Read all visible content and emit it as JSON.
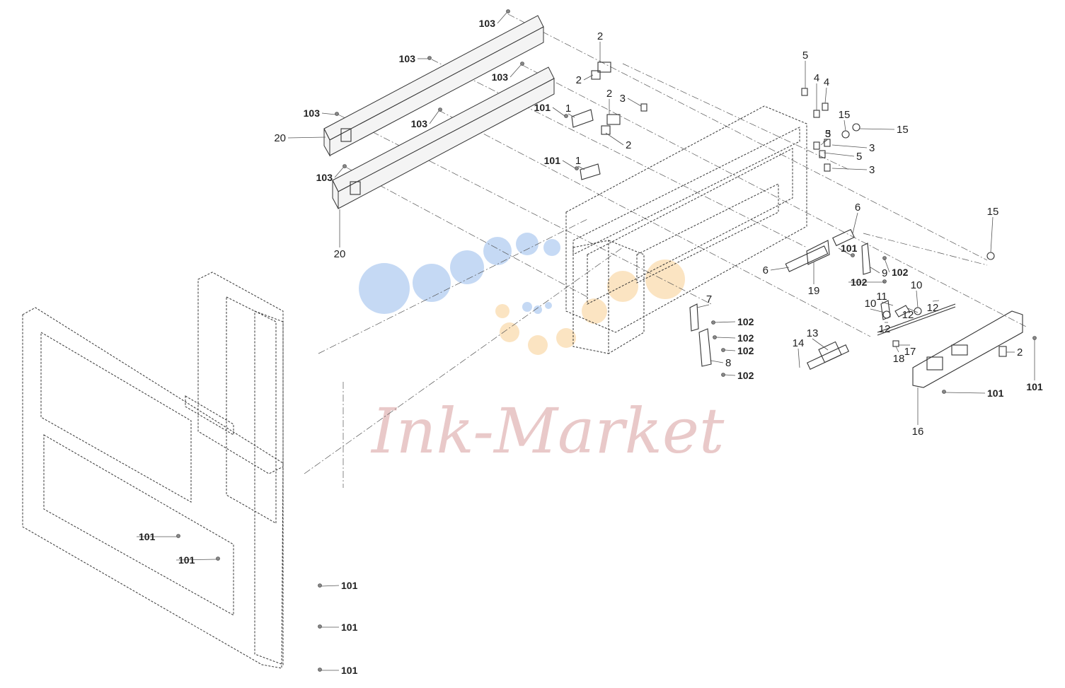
{
  "diagram": {
    "watermark": "Ink-Market",
    "colors": {
      "watermark_text": "#e9c9c9",
      "watermark_blue": "#bcd3f3",
      "watermark_orange": "#fbe0b8",
      "line": "#333333"
    },
    "labels": [
      "103",
      "103",
      "103",
      "103",
      "103",
      "103",
      "20",
      "20",
      "2",
      "2",
      "2",
      "2",
      "1",
      "1",
      "101",
      "101",
      "3",
      "3",
      "3",
      "3",
      "4",
      "4",
      "5",
      "5",
      "5",
      "15",
      "15",
      "15",
      "6",
      "6",
      "101",
      "102",
      "102",
      "9",
      "19",
      "10",
      "10",
      "11",
      "12",
      "12",
      "12",
      "7",
      "102",
      "102",
      "102",
      "102",
      "8",
      "13",
      "14",
      "17",
      "18",
      "2",
      "101",
      "101",
      "16",
      "101",
      "101",
      "101",
      "101",
      "101"
    ]
  }
}
